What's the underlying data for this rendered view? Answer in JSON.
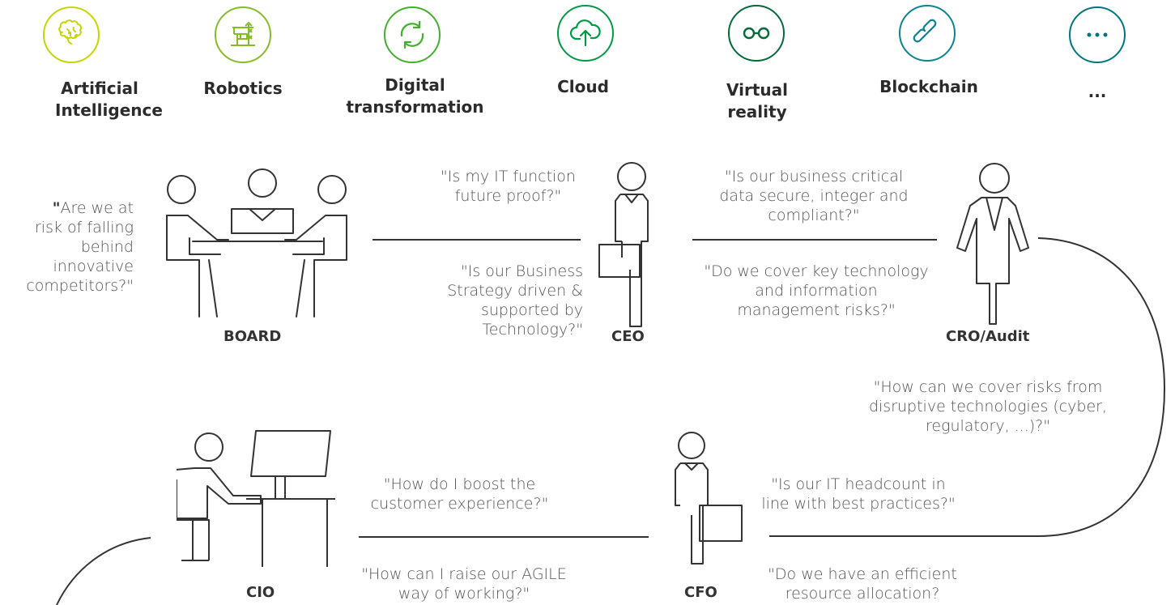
{
  "technologies": [
    {
      "label": "Artificial Intelligence",
      "icon": "brain-icon",
      "color": "#C4D600"
    },
    {
      "label": "Robotics",
      "icon": "robot-crane-icon",
      "color": "#86BC25"
    },
    {
      "label": "Digital transformation",
      "icon": "refresh-icon",
      "color": "#43B02A"
    },
    {
      "label": "Cloud",
      "icon": "cloud-upload-icon",
      "color": "#009A44"
    },
    {
      "label": "Virtual reality",
      "icon": "vr-glasses-icon",
      "color": "#046A38"
    },
    {
      "label": "Blockchain",
      "icon": "chain-link-icon",
      "color": "#0D8390"
    },
    {
      "label": "...",
      "icon": "more-icon",
      "color": "#007680"
    }
  ],
  "roles": {
    "board": "BOARD",
    "ceo": "CEO",
    "cro": "CRO/Audit",
    "cio": "CIO",
    "cfo": "CFO"
  },
  "questions": {
    "board_intro_mark": "\"",
    "board_intro": "Are we at risk of falling behind innovative competitors?\"",
    "board_ceo_top": "\"Is my IT function future proof?\"",
    "board_ceo_bottom": "\"Is our Business Strategy driven & supported by Technology?\"",
    "ceo_cro_top": "\"Is our business critical data secure, integer and compliant?\"",
    "ceo_cro_bottom": "\"Do we cover key technology and information management risks?\"",
    "cro_cfo": "\"How can we cover risks from disruptive technologies (cyber, regulatory, ...)?\"",
    "cfo_top": "\"Is our IT headcount in line with best practices?\"",
    "cfo_bottom": "\"Do we have an efficient resource allocation?",
    "cio_cfo_top": "\"How do I boost the customer experience?\"",
    "cio_cfo_bottom": "\"How can I raise our AGILE way of working?\""
  }
}
